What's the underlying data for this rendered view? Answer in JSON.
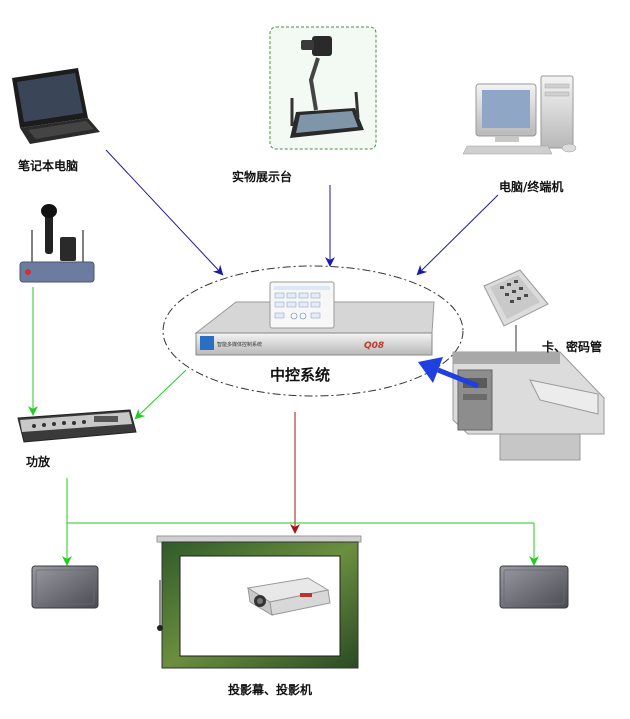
{
  "labels": {
    "laptop": "笔记本电脑",
    "document_camera": "实物展示台",
    "desktop": "电脑/终端机",
    "central_control": "中控系统",
    "card_reader": "卡、密码管",
    "amplifier": "功放",
    "projector_screen": "投影幕、投影机"
  },
  "device_text": {
    "controller_product_line": "智能多媒体控制系统",
    "controller_model": "Q08"
  },
  "colors": {
    "input_arrow": "#1a1aa6",
    "audio_arrow": "#22cc22",
    "output_arrow": "#aa1111",
    "card_arrow": "#1f3fe0",
    "camera_frame": "#3a9a3a",
    "ellipse": "#333333"
  },
  "icons": [
    "laptop-icon",
    "document-camera-icon",
    "desktop-computer-icon",
    "wireless-microphone-icon",
    "central-controller-icon",
    "keypad-icon",
    "podium-icon",
    "amplifier-icon",
    "speaker-icon",
    "projector-screen-icon",
    "projector-icon"
  ]
}
